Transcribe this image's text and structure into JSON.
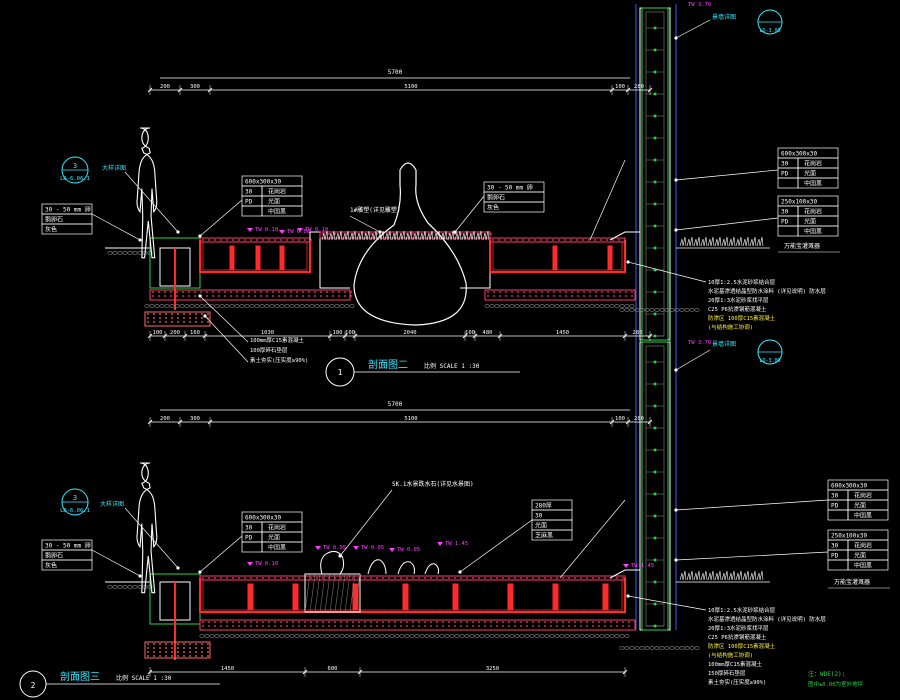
{
  "colors": {
    "background": "#000000",
    "line": "#ffffff",
    "structure": "#ff2a2a",
    "hatch": "#ff3b6b",
    "wall_green": "#2bd04a",
    "blue": "#3a5cff",
    "cyan": "#39e8ff",
    "magenta": "#ff3cff",
    "yellow": "#ffee33",
    "gray": "#888888",
    "brick": "#ff6a6a"
  },
  "section_one": {
    "number": "1",
    "title": "剖面图二",
    "scale": "比例 SCALE 1 :30",
    "overall_dim": "5700",
    "top_dims": [
      "200",
      "300",
      "5100",
      "100",
      "280"
    ],
    "bottom_dims": [
      "100",
      "200",
      "160",
      "1030",
      "180",
      "100",
      "2040",
      "100",
      "480",
      "1450",
      "280"
    ],
    "callout": {
      "number": "3",
      "ref": "LD-6.06.1"
    },
    "callout_label": "大样详图",
    "wall_tag": "景墙详图",
    "wall_ref": "LD-3.09",
    "wall_level": "TW 3.70",
    "levels": [
      "TW 0.10",
      "TW 0.08",
      "TW 0.10"
    ],
    "pebble_box": [
      "30 - 50 mm 卵",
      "鹅卵石",
      "灰色"
    ],
    "coping_box": [
      "600x300x30",
      "30",
      "花岗岩",
      "PD",
      "光面",
      "中国黑"
    ],
    "middle_box": [
      "30 - 50 mm 卵",
      "鹅卵石",
      "灰色"
    ],
    "right_box": [
      "600x300x30",
      "30",
      "花岗岩",
      "PD",
      "光面",
      "中国黑"
    ],
    "right_box2": [
      "250x100x30",
      "30",
      "花岗岩",
      "PD",
      "光面",
      "中国黑"
    ],
    "plant_label": "万能宝灌溉器",
    "sculpture_note": "1#雕塑(详见雕塑)",
    "right_notes": [
      "10厚1:2.5水泥砂浆结合层",
      "水泥基渗透结晶型防水涂料 (详见说明) 防水层",
      "20厚1:3水泥砂浆找平层",
      "C25 P6抗渗钢筋混凝土",
      "防渗区 100厚C15素混凝土",
      "(与结构施工协调)"
    ],
    "left_notes": [
      "100mm厚C15素混凝土",
      "100厚碎石垫层",
      "素土夯实(压实度≥90%)"
    ]
  },
  "section_two": {
    "number": "2",
    "title": "剖面图三",
    "scale": "比例 SCALE 1 :30",
    "overall_dim": "5700",
    "top_dims": [
      "200",
      "300",
      "5100",
      "100",
      "280"
    ],
    "bottom_dims": [
      "1450",
      "600",
      "3250"
    ],
    "callout": {
      "number": "3",
      "ref": "LD-6.06.1"
    },
    "callout_label": "大样详图",
    "wall_tag": "景墙详图",
    "wall_ref": "LD-3.09",
    "wall_level": "TW 3.70",
    "levels": [
      "TW 0.10",
      "TW 0.05",
      "TW 0.05",
      "TW 0.05",
      "TW 1.45",
      "TW 1.45"
    ],
    "feature_note": "SK.1水景跌水石(详见水景图)",
    "pebble_box": [
      "30 - 50 mm 卵",
      "鹅卵石",
      "灰色"
    ],
    "coping_box": [
      "600x300x30",
      "30",
      "花岗岩",
      "PD",
      "光面",
      "中国黑"
    ],
    "edge_box": [
      "280厚",
      "30",
      "光面",
      "芝麻黑"
    ],
    "right_box": [
      "600x300x30",
      "30",
      "花岗岩",
      "PD",
      "光面",
      "中国黑"
    ],
    "right_box2": [
      "250x100x30",
      "30",
      "花岗岩",
      "PD",
      "光面",
      "中国黑"
    ],
    "plant_label": "万能宝灌溉器",
    "right_notes": [
      "10厚1:2.5水泥砂浆结合层",
      "水泥基渗透结晶型防水涂料 (详见说明) 防水层",
      "20厚1:3水泥砂浆找平层",
      "C25 P6抗渗钢筋混凝土",
      "防渗区 100厚C15素混凝土",
      "(与结构施工协调)",
      "100mm厚C15素混凝土",
      "150厚碎石垫层",
      "素土夯实(压实度≥90%)"
    ],
    "footer_note_title": "注：WDE(2):",
    "footer_note": "图中±0.00为室外地坪"
  }
}
